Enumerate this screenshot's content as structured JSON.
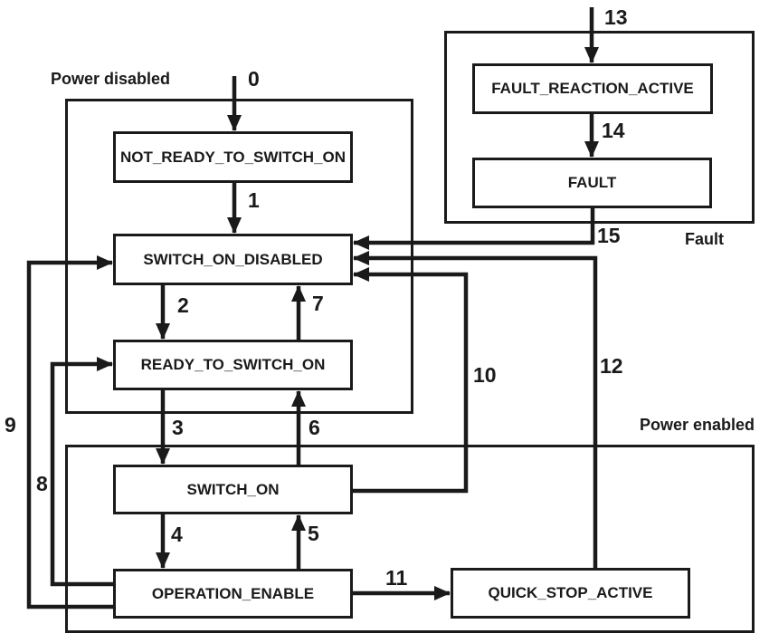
{
  "colors": {
    "ink": "#1a1a1a",
    "background": "#ffffff"
  },
  "regions": [
    {
      "id": "power_disabled",
      "label": "Power disabled"
    },
    {
      "id": "power_enabled",
      "label": "Power enabled"
    },
    {
      "id": "fault",
      "label": "Fault"
    }
  ],
  "states": [
    {
      "id": "not_ready_to_switch_on",
      "label": "NOT_READY_TO_SWITCH_ON",
      "region": "power_disabled"
    },
    {
      "id": "switch_on_disabled",
      "label": "SWITCH_ON_DISABLED",
      "region": "power_disabled"
    },
    {
      "id": "ready_to_switch_on",
      "label": "READY_TO_SWITCH_ON",
      "region": "power_disabled"
    },
    {
      "id": "switch_on",
      "label": "SWITCH_ON",
      "region": "power_enabled"
    },
    {
      "id": "operation_enable",
      "label": "OPERATION_ENABLE",
      "region": "power_enabled"
    },
    {
      "id": "quick_stop_active",
      "label": "QUICK_STOP_ACTIVE",
      "region": "power_enabled"
    },
    {
      "id": "fault_reaction_active",
      "label": "FAULT_REACTION_ACTIVE",
      "region": "fault"
    },
    {
      "id": "fault_state",
      "label": "FAULT",
      "region": "fault"
    }
  ],
  "transitions": [
    {
      "label": "0",
      "from": "external",
      "to": "not_ready_to_switch_on"
    },
    {
      "label": "1",
      "from": "not_ready_to_switch_on",
      "to": "switch_on_disabled"
    },
    {
      "label": "2",
      "from": "switch_on_disabled",
      "to": "ready_to_switch_on"
    },
    {
      "label": "3",
      "from": "ready_to_switch_on",
      "to": "switch_on"
    },
    {
      "label": "4",
      "from": "switch_on",
      "to": "operation_enable"
    },
    {
      "label": "5",
      "from": "operation_enable",
      "to": "switch_on"
    },
    {
      "label": "6",
      "from": "switch_on",
      "to": "ready_to_switch_on"
    },
    {
      "label": "7",
      "from": "ready_to_switch_on",
      "to": "switch_on_disabled"
    },
    {
      "label": "8",
      "from": "operation_enable",
      "to": "ready_to_switch_on"
    },
    {
      "label": "9",
      "from": "operation_enable",
      "to": "switch_on_disabled"
    },
    {
      "label": "10",
      "from": "switch_on",
      "to": "switch_on_disabled"
    },
    {
      "label": "11",
      "from": "operation_enable",
      "to": "quick_stop_active"
    },
    {
      "label": "12",
      "from": "quick_stop_active",
      "to": "switch_on_disabled"
    },
    {
      "label": "13",
      "from": "external",
      "to": "fault_reaction_active"
    },
    {
      "label": "14",
      "from": "fault_reaction_active",
      "to": "fault_state"
    },
    {
      "label": "15",
      "from": "fault_state",
      "to": "switch_on_disabled"
    }
  ]
}
